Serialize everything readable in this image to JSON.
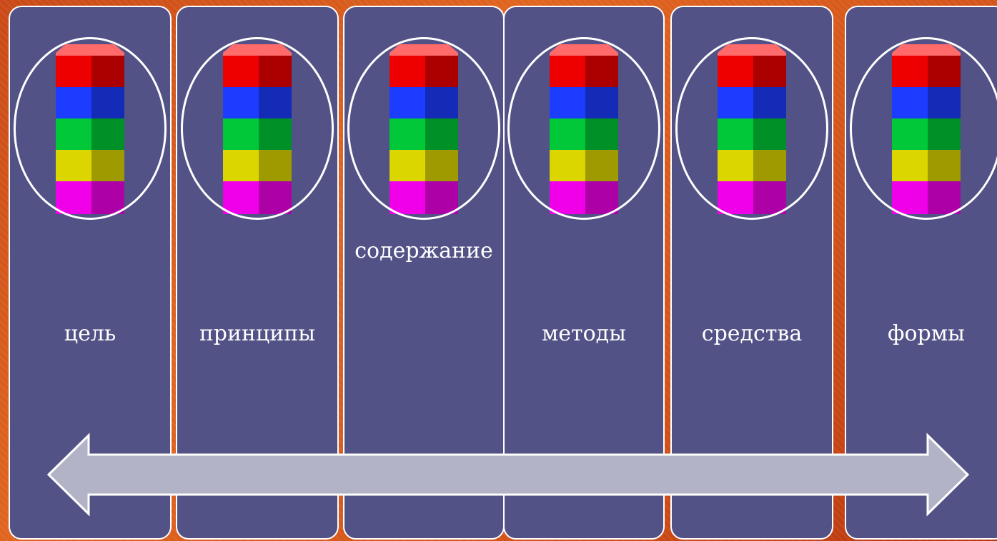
{
  "stages": [
    {
      "id": "goal",
      "label": "цель"
    },
    {
      "id": "principles",
      "label": "принципы"
    },
    {
      "id": "content",
      "label": "содержание"
    },
    {
      "id": "methods",
      "label": "методы"
    },
    {
      "id": "means",
      "label": "средства"
    },
    {
      "id": "forms",
      "label": "формы"
    }
  ],
  "colors": {
    "panel": "#525287",
    "panel_border": "#ffffff",
    "arrow_fill": "#b3b3c7",
    "arrow_stroke": "#ffffff",
    "block_top": "#ff6a6a",
    "block_red": "#ee0000",
    "block_blue": "#1c3cff",
    "block_green": "#00c838",
    "block_yellow": "#dcd600",
    "block_magenta": "#f000e8"
  },
  "icons": {
    "tower": "stacked-blocks-icon",
    "arrow": "double-headed-arrow-icon"
  }
}
